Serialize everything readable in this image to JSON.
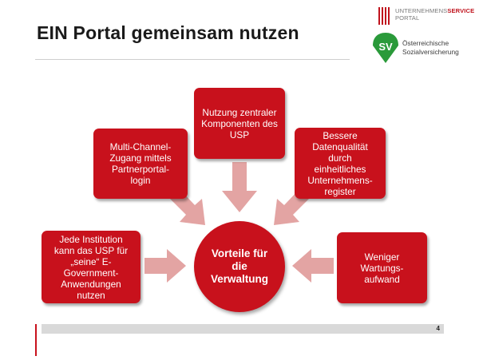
{
  "slide": {
    "title": "EIN Portal gemeinsam nutzen",
    "page_number": "4"
  },
  "logos": {
    "usp": {
      "line1_a": "UNTERNEHMENS",
      "line1_b": "SERVICE",
      "line2": "PORTAL"
    },
    "sv": {
      "mark": "SV",
      "line1": "Österreichische",
      "line2": "Sozialversicherung"
    }
  },
  "diagram": {
    "center": "Vorteile für\ndie\nVerwaltung",
    "boxes": {
      "institution": "Jede Institution\nkann das USP für\n„seine“ E-\nGovernment-\nAnwendungen\nnutzen",
      "multichannel": "Multi-Channel-\nZugang mittels\nPartnerportal-\nlogin",
      "components": "Nutzung zentraler\nKomponenten des\nUSP",
      "quality": "Bessere\nDatenqualität\ndurch\neinheitliches\nUnternehmens-\nregister",
      "maintenance": "Weniger\nWartungs-\naufwand"
    }
  },
  "colors": {
    "accent": "#c8111c",
    "arrow": "#e3a4a3",
    "sv_green": "#2a9a3a"
  }
}
